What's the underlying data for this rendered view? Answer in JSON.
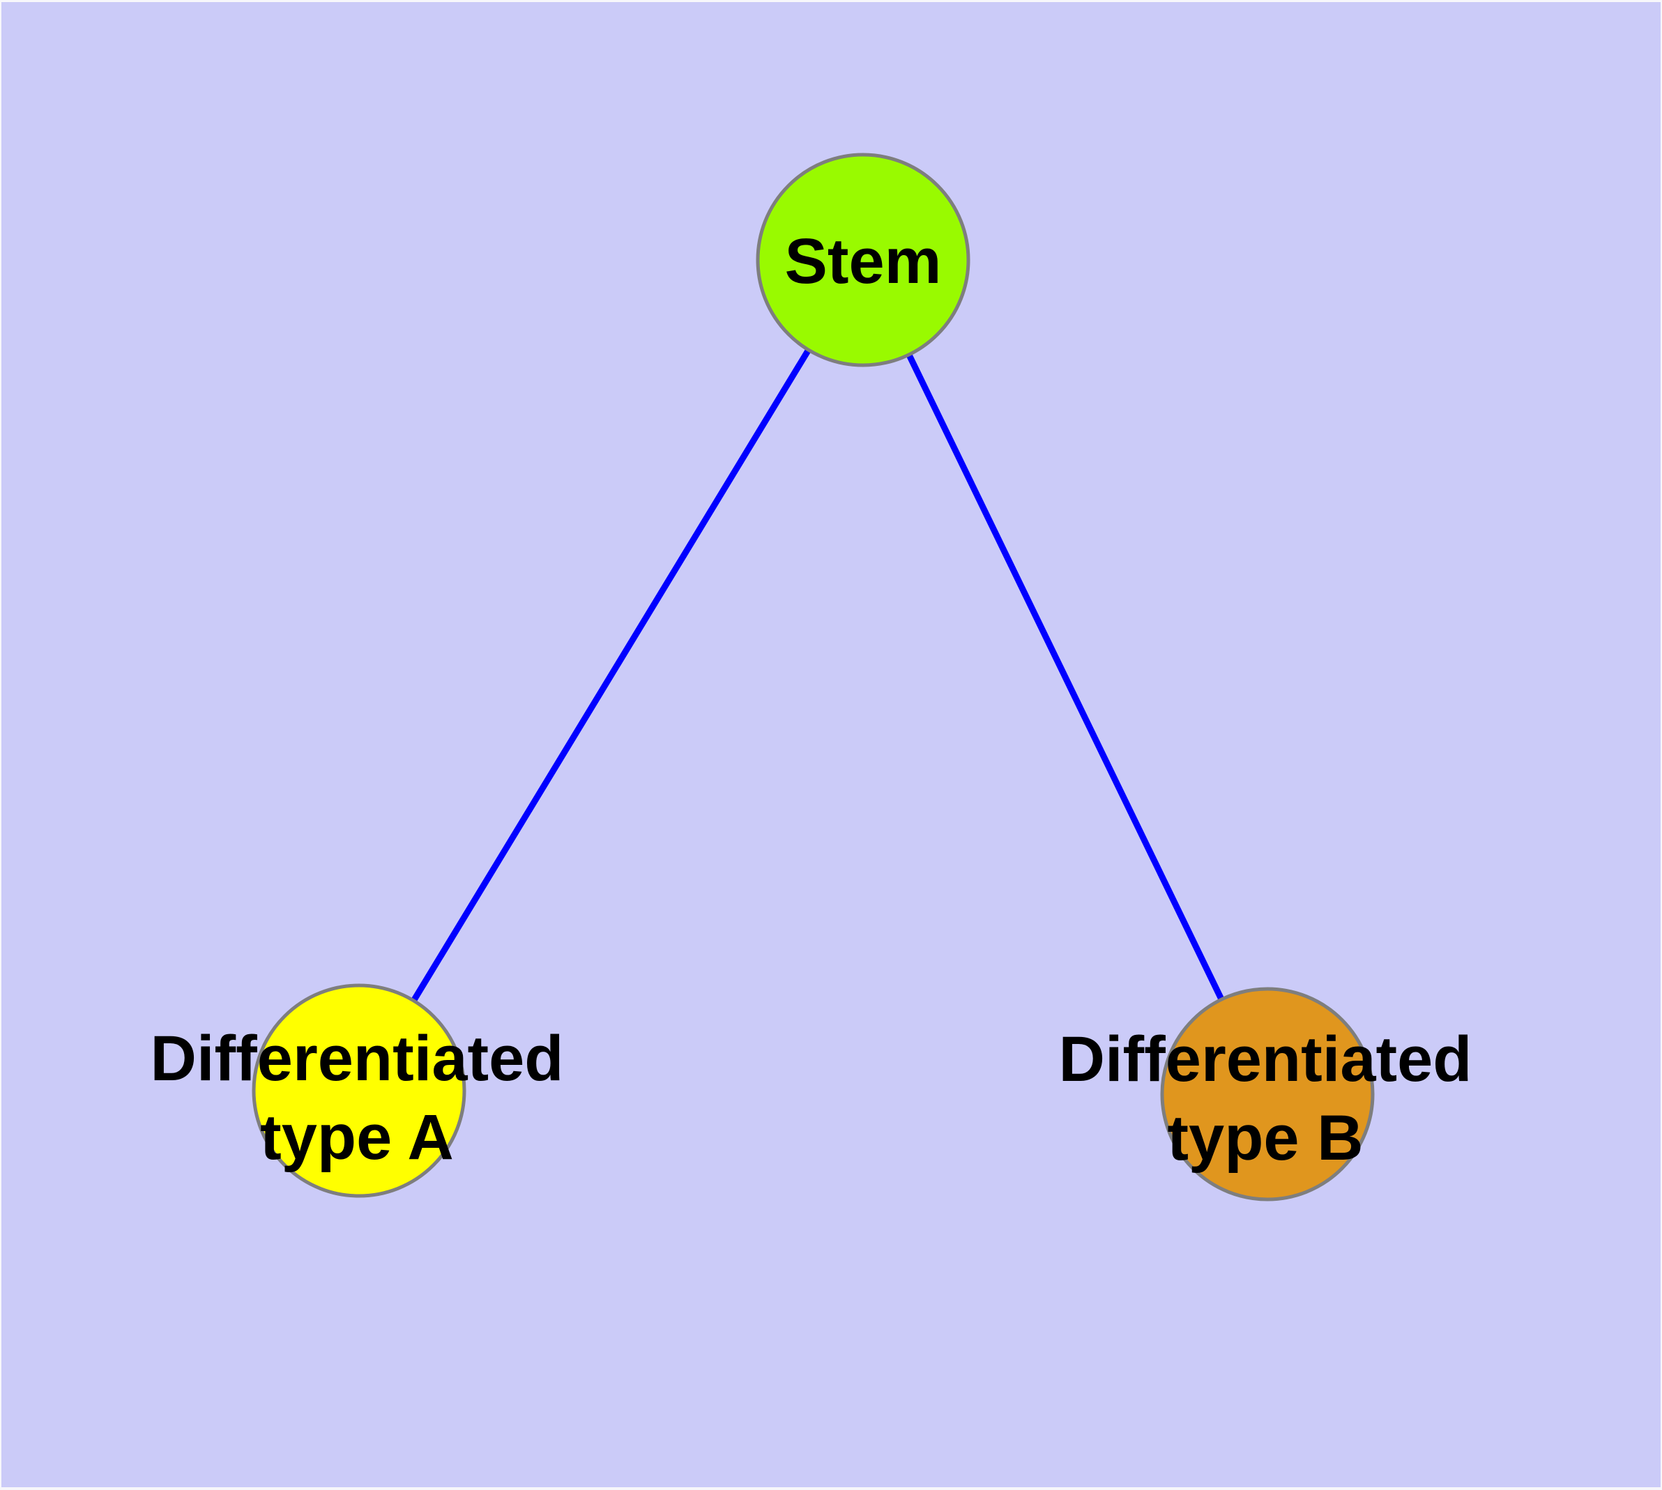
{
  "diagram": {
    "background_color": "#CBCBF8",
    "frame_color": "#F7F7FB",
    "edge_color": "#0000FF",
    "node_border_color": "#7E7E7E",
    "text_color": "#000000",
    "nodes": [
      {
        "id": "stem",
        "label": "Stem",
        "fill": "#99FA00"
      },
      {
        "id": "differentiated-type-a",
        "label_line1": "Differentiated",
        "label_line2": "type A",
        "fill": "#FFFF00"
      },
      {
        "id": "differentiated-type-b",
        "label_line1": "Differentiated",
        "label_line2": "type B",
        "fill": "#E0961E"
      }
    ],
    "edges": [
      {
        "from": "Stem",
        "to": "Differentiated type A"
      },
      {
        "from": "Stem",
        "to": "Differentiated type B"
      }
    ]
  }
}
